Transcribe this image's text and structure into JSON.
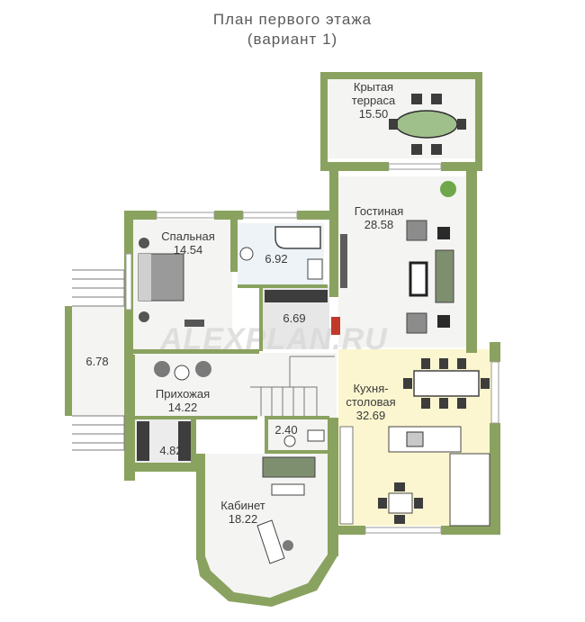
{
  "title": {
    "line1": "План первого этажа",
    "line2": "(вариант 1)"
  },
  "watermark": "ALEXPLAN.RU",
  "colors": {
    "wall": "#8aa25f",
    "wall_dark": "#6f8a47",
    "floor_light": "#f4f4f2",
    "kitchen_floor": "#fbf6cf",
    "glass": "#d6d6d6",
    "furniture_dark": "#3d3d3d",
    "table_green": "#9fbf8b"
  },
  "rooms": {
    "terrace": {
      "name_line1": "Крытая",
      "name_line2": "терраса",
      "area": "15.50"
    },
    "living": {
      "name": "Гостиная",
      "area": "28.58"
    },
    "bedroom": {
      "name": "Спальная",
      "area": "14.54"
    },
    "bathroom": {
      "area": "6.92"
    },
    "closet": {
      "area": "6.69"
    },
    "porch": {
      "area": "6.78"
    },
    "hall": {
      "name": "Прихожая",
      "area": "14.22"
    },
    "wardrobe": {
      "area": "4.82"
    },
    "wc": {
      "area": "2.40"
    },
    "kitchen": {
      "name_line1": "Кухня-",
      "name_line2": "столовая",
      "area": "32.69"
    },
    "study": {
      "name": "Кабинет",
      "area": "18.22"
    }
  }
}
